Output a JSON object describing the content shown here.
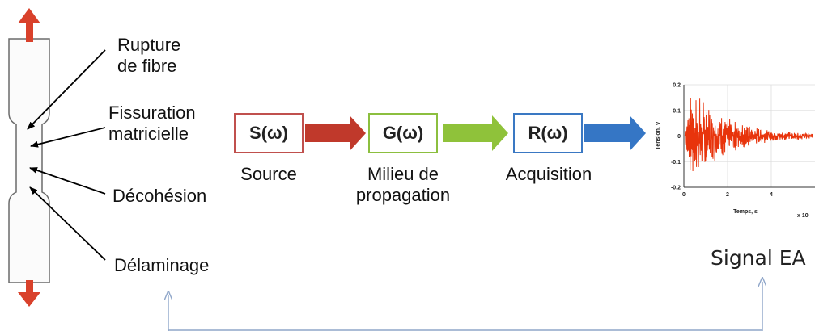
{
  "specimen_labels": {
    "fiber_rupture": [
      "Rupture",
      "de fibre"
    ],
    "matrix_cracking": [
      "Fissuration",
      "matricielle"
    ],
    "debonding": "Décohésion",
    "delamination": "Délaminage"
  },
  "blocks": [
    {
      "id": "source",
      "symbol": "S(ω)",
      "caption": [
        "Source"
      ],
      "color": "#c0504d",
      "arrow_color": "#c0392b"
    },
    {
      "id": "medium",
      "symbol": "G(ω)",
      "caption": [
        "Milieu de",
        "propagation"
      ],
      "color": "#8cbf3f",
      "arrow_color": "#8fc23a"
    },
    {
      "id": "acquisition",
      "symbol": "R(ω)",
      "caption": [
        "Acquisition"
      ],
      "color": "#3a78c3",
      "arrow_color": "#3576c5"
    }
  ],
  "signal": {
    "title": "Signal EA",
    "chart_data": {
      "type": "line",
      "ylabel": "Tension, V",
      "xlabel": "Temps, s",
      "x_multiplier_label": "x 10",
      "x_ticks": [
        0,
        2,
        4
      ],
      "y_ticks": [
        0.2,
        0.1,
        0,
        -0.1,
        -0.2
      ],
      "ylim": [
        -0.2,
        0.2
      ],
      "xlim": [
        0,
        6
      ],
      "series_color": "#e8340c",
      "grid": true
    }
  },
  "colors": {
    "specimen_arrow": "#d9412b",
    "feedback_line": "#8fa6c9"
  }
}
